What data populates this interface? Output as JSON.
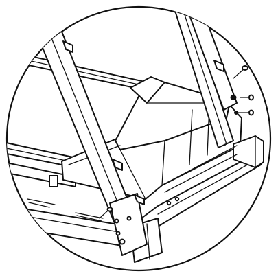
{
  "figure": {
    "kind": "assembly-detail-illustration",
    "subject": "treadmill-upright-bolt-attachment",
    "colors": {
      "line": "#111111",
      "background": "#ffffff"
    },
    "bolt_count": 3
  }
}
